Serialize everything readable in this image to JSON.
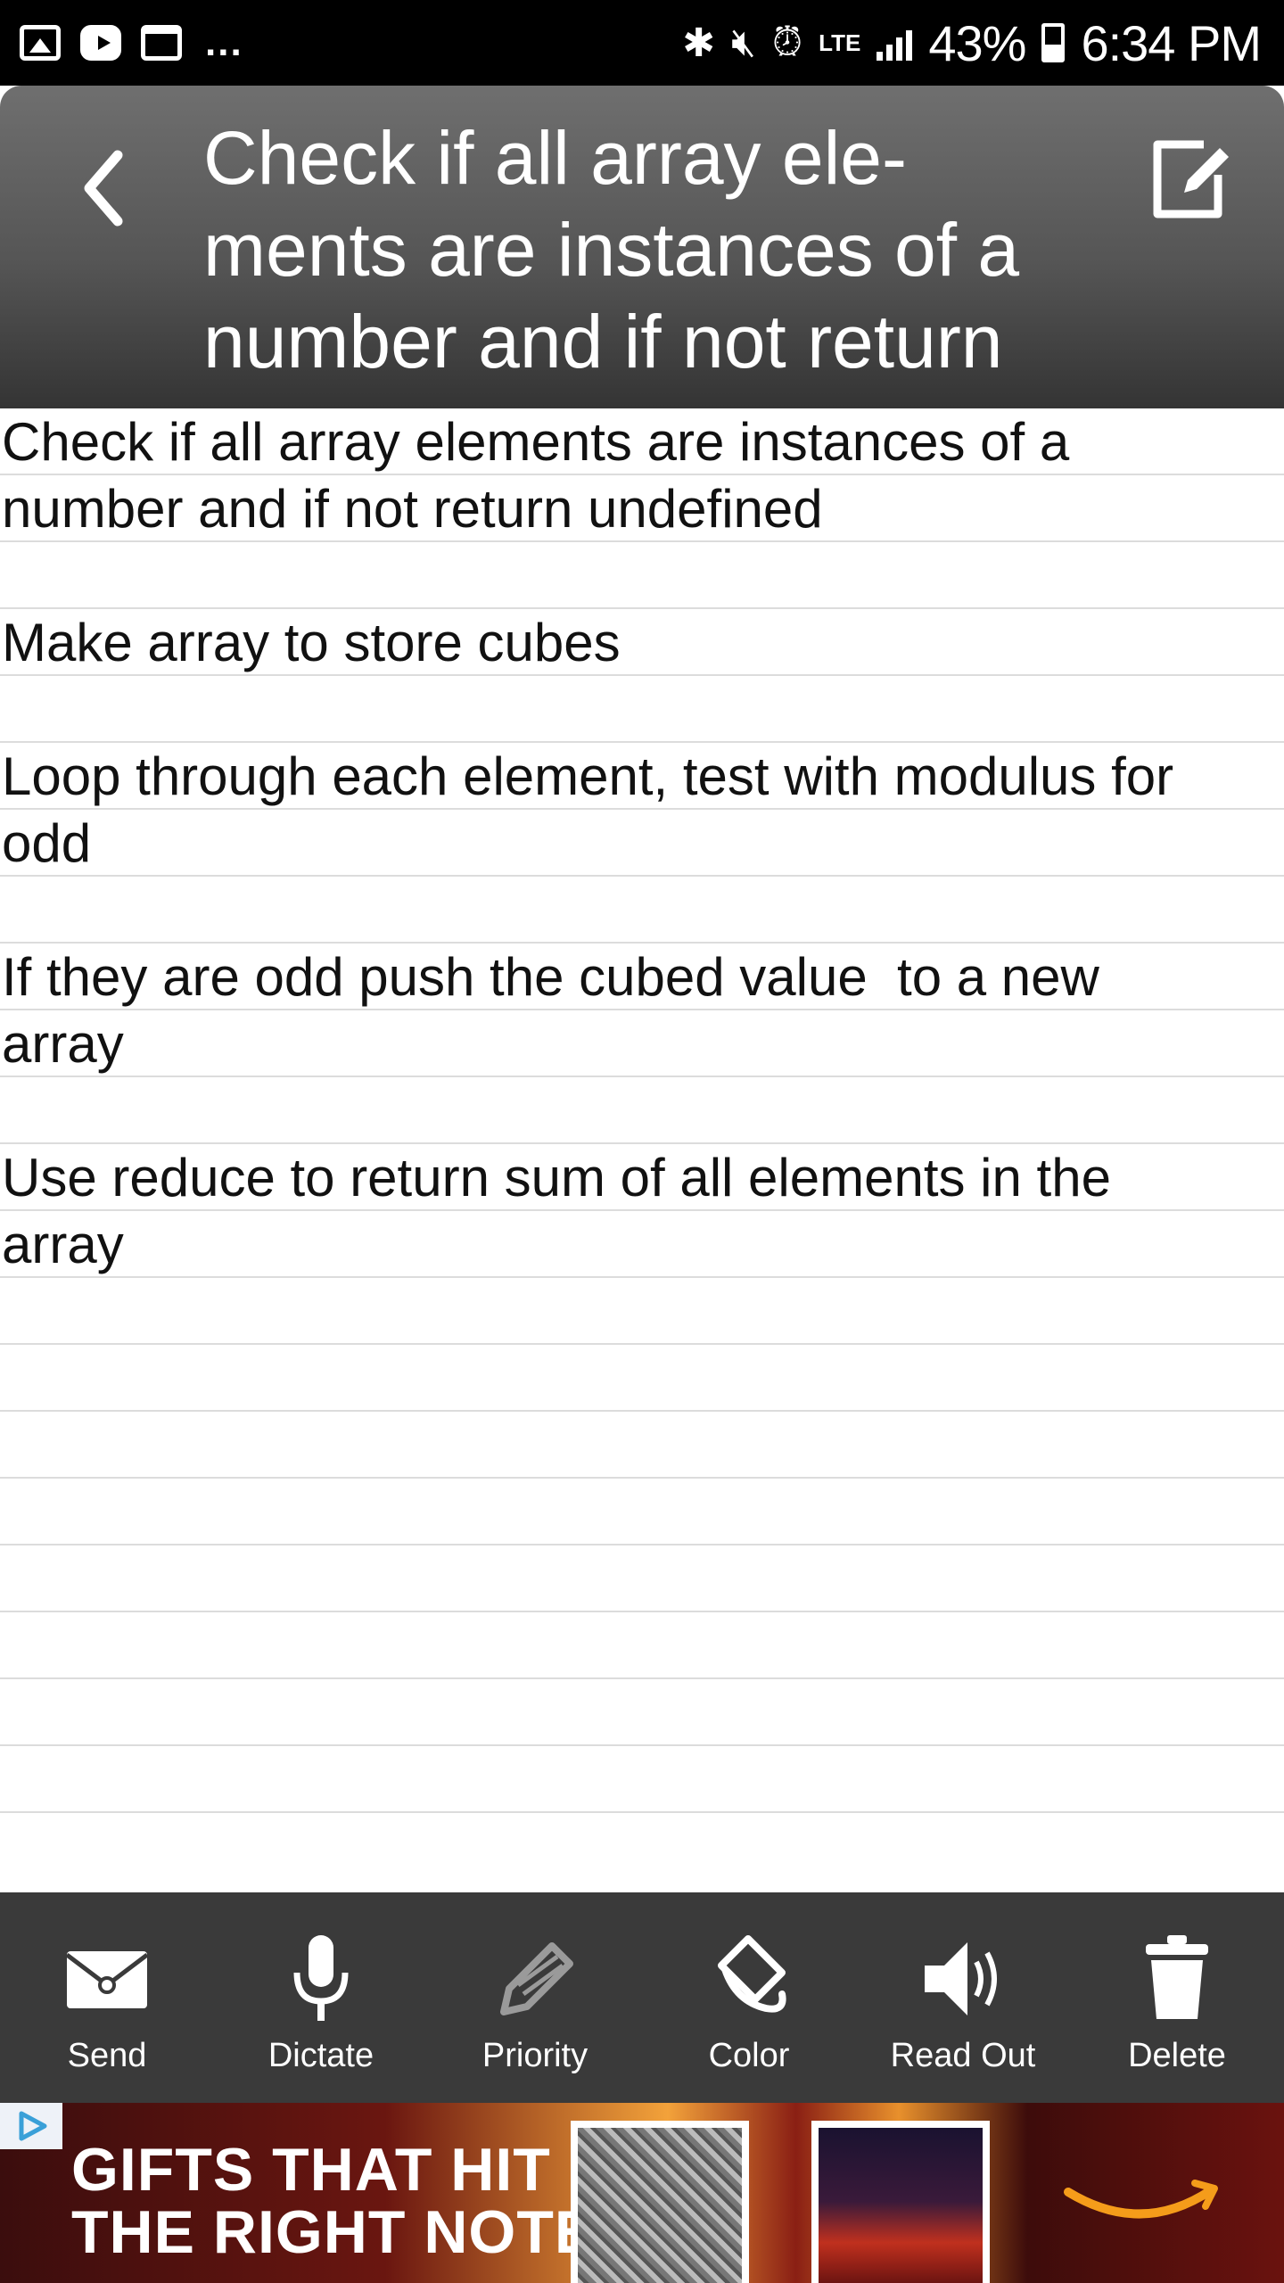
{
  "status_bar": {
    "battery": "43%",
    "time": "6:34 PM",
    "network": "LTE",
    "overflow": "..."
  },
  "header": {
    "title": "Check if all array ele-\nments are instances of a\nnumber and if not return"
  },
  "notes": [
    "Check if all array elements are instances of a\nnumber and if not return undefined",
    "Make array to store cubes",
    "Loop through each element, test with modulus for\nodd",
    "If they are odd push the cubed value  to a new\narray",
    "Use reduce to return sum of all elements in the\narray"
  ],
  "toolbar": {
    "send": "Send",
    "dictate": "Dictate",
    "priority": "Priority",
    "color": "Color",
    "read_out": "Read Out",
    "delete": "Delete"
  },
  "ad": {
    "headline": "GIFTS THAT HIT\nTHE RIGHT NOTE"
  }
}
